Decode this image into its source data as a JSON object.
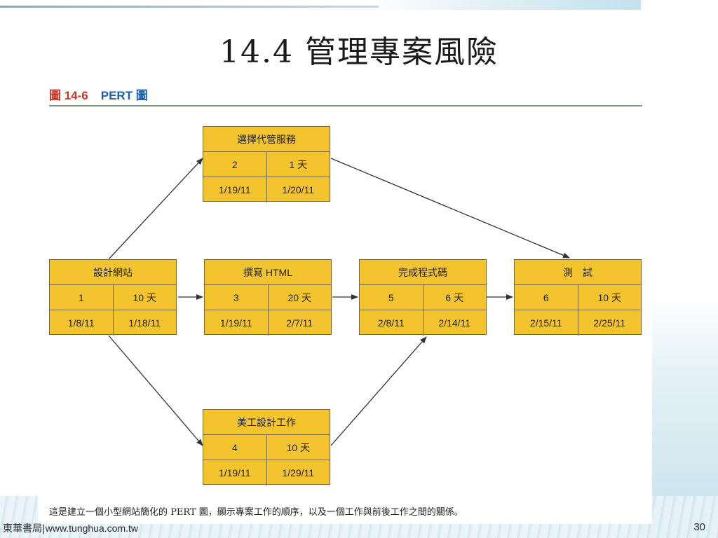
{
  "slide": {
    "title": "14.4 管理專案風險",
    "page_number": "30"
  },
  "figure": {
    "number": "圖 14-6",
    "name": "PERT 圖",
    "description": "這是建立一個小型網站簡化的 PERT 圖，顯示專案工作的順序，以及一個工作與前後工作之間的關係。"
  },
  "nodes": {
    "design_site": {
      "task": "設計網站",
      "id": "1",
      "duration": "10 天",
      "start": "1/8/11",
      "end": "1/18/11"
    },
    "choose_host": {
      "task": "選擇代管服務",
      "id": "2",
      "duration": "1 天",
      "start": "1/19/11",
      "end": "1/20/11"
    },
    "write_html": {
      "task": "撰寫 HTML",
      "id": "3",
      "duration": "20 天",
      "start": "1/19/11",
      "end": "2/7/11"
    },
    "art_design": {
      "task": "美工設計工作",
      "id": "4",
      "duration": "10 天",
      "start": "1/19/11",
      "end": "1/29/11"
    },
    "finish_code": {
      "task": "完成程式碼",
      "id": "5",
      "duration": "6 天",
      "start": "2/8/11",
      "end": "2/14/11"
    },
    "testing": {
      "task": "測　試",
      "id": "6",
      "duration": "10 天",
      "start": "2/15/11",
      "end": "2/25/11"
    }
  },
  "edges": [
    [
      "design_site",
      "choose_host"
    ],
    [
      "design_site",
      "write_html"
    ],
    [
      "design_site",
      "art_design"
    ],
    [
      "choose_host",
      "testing"
    ],
    [
      "write_html",
      "finish_code"
    ],
    [
      "art_design",
      "finish_code"
    ],
    [
      "finish_code",
      "testing"
    ]
  ],
  "footer": {
    "publisher": "東華書局",
    "separator": "|",
    "url": "www.tunghua.com.tw"
  },
  "colors": {
    "node_fill": "#f3c42e",
    "caption_number": "#c0392b",
    "caption_name": "#1f5fa8",
    "rule": "#6a9f7a"
  }
}
